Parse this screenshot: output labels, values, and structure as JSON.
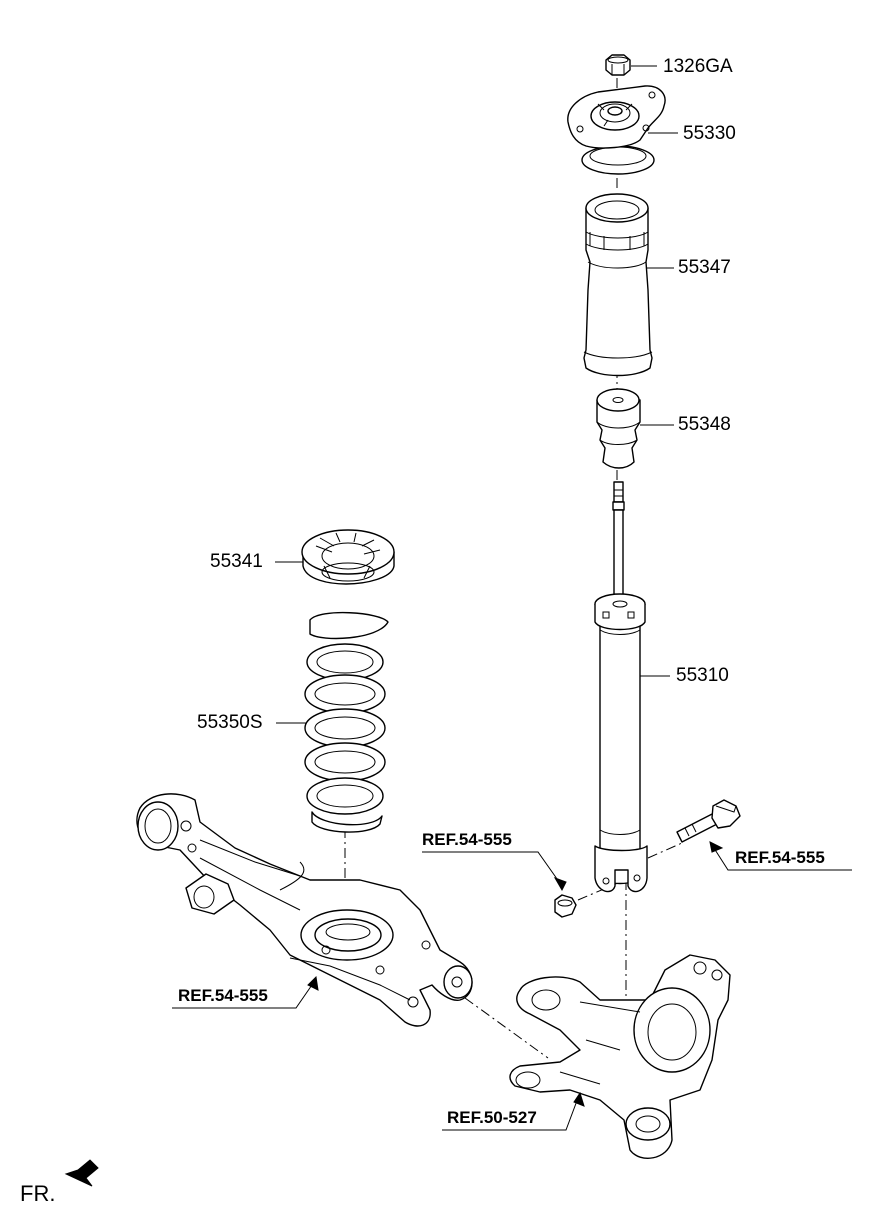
{
  "parts": {
    "nut_top": "1326GA",
    "mount": "55330",
    "dust_cover": "55347",
    "bump_stopper": "55348",
    "spring_pad": "55341",
    "shock_absorber": "55310",
    "coil_spring": "55350S"
  },
  "references": {
    "ref_nut": "REF.54-555",
    "ref_bolt": "REF.54-555",
    "ref_arm": "REF.54-555",
    "ref_knuckle": "REF.50-527"
  },
  "direction": {
    "label": "FR."
  },
  "icons": {
    "direction_arrow": "front-arrow-icon"
  }
}
